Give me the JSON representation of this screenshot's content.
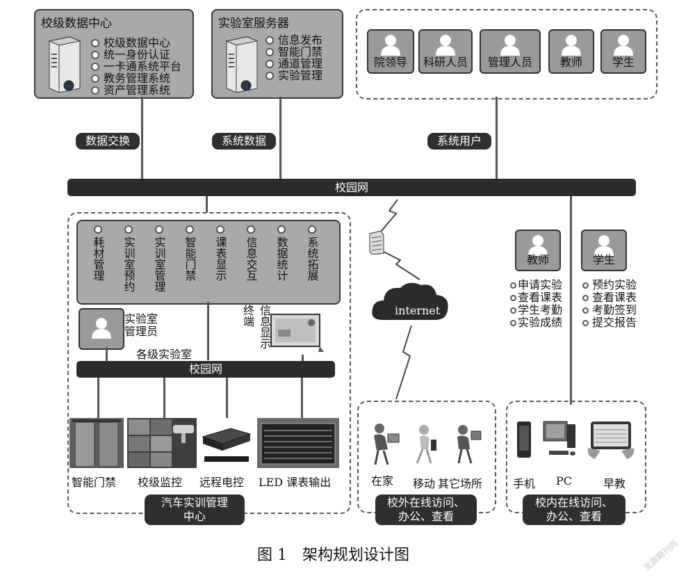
{
  "top": {
    "school_data_center": {
      "title": "校级数据中心",
      "items": [
        "校级数据中心",
        "统一身份认证",
        "一卡通系统平台",
        "教务管理系统",
        "资产管理系统"
      ]
    },
    "lab_server": {
      "title": "实验室服务器",
      "items": [
        "信息发布",
        "智能门禁",
        "通道管理",
        "实验管理"
      ]
    },
    "users": [
      "院领导",
      "科研人员",
      "管理人员",
      "教师",
      "学生"
    ]
  },
  "links": {
    "data_exchange": "数据交换",
    "system_data": "系统数据",
    "system_users": "系统用户"
  },
  "campus_net": "校园网",
  "modules": [
    "耗材管理",
    "实训室预约",
    "实训室管理",
    "智能门禁",
    "课表显示",
    "信息交互",
    "数据统计",
    "系统拓展"
  ],
  "lab_admin": "实验室管理员",
  "terminal_display": {
    "a": "终端",
    "b": "信息显示"
  },
  "labs_all": "各级实验室",
  "inner_net": "校园网",
  "devices": [
    "智能门禁",
    "校级监控",
    "远程电控",
    "LED 课表输出"
  ],
  "center_label": "汽车实训管理中心",
  "internet": "internet",
  "offsite": {
    "places": [
      "在家",
      "移动",
      "其它场所"
    ],
    "label": "校外在线访问、办公、查看"
  },
  "teacher": {
    "title": "教师",
    "items": [
      "申请实验",
      "查看课表",
      "学生考勤",
      "实验成绩"
    ]
  },
  "student": {
    "title": "学生",
    "items": [
      "预约实验",
      "查看课表",
      "考勤签到",
      "提交报告"
    ]
  },
  "onsite": {
    "devices": [
      "手机",
      "PC",
      "早教"
    ],
    "label": "校内在线访问、办公、查看"
  },
  "caption": "图 1　架构规划设计图",
  "watermark": "龙源期刊网"
}
